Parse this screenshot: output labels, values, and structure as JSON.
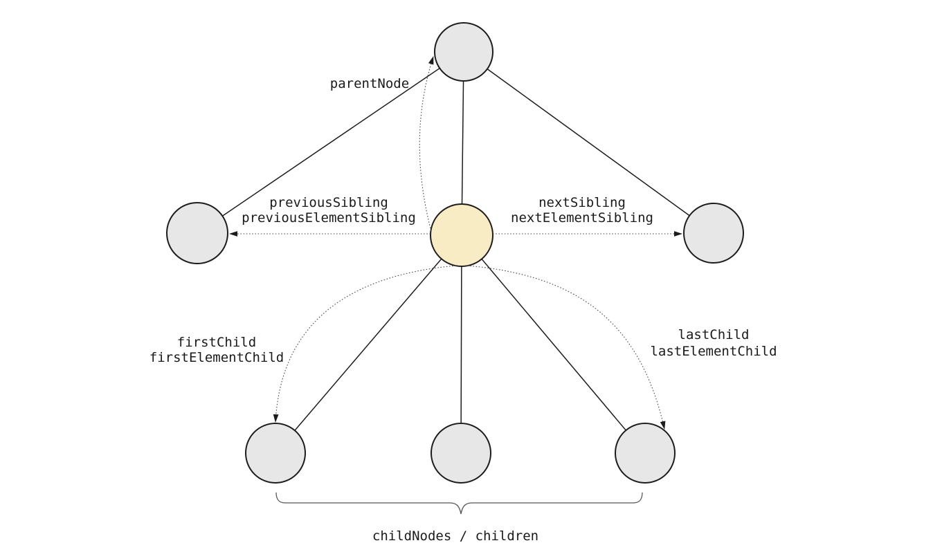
{
  "diagram": {
    "kind": "dom-tree-navigation-diagram",
    "colors": {
      "background": "#ffffff",
      "node_fill": "#e7e7e7",
      "node_stroke": "#1c1c1c",
      "current_node_fill": "#f8ecc4",
      "edge": "#1c1c1c",
      "dotted_arrow": "#4a4a4a",
      "bracket": "#555555",
      "text": "#1a1a1a"
    },
    "relations": {
      "parent": {
        "label": "parentNode"
      },
      "previous_sibling": {
        "line1": "previousSibling",
        "line2": "previousElementSibling"
      },
      "next_sibling": {
        "line1": "nextSibling",
        "line2": "nextElementSibling"
      },
      "first_child": {
        "line1": "firstChild",
        "line2": "firstElementChild"
      },
      "last_child": {
        "line1": "lastChild",
        "line2": "lastElementChild"
      },
      "children": {
        "label": "childNodes / children"
      }
    },
    "nodes": {
      "total_count": 7,
      "parent_count": 1,
      "sibling_count": 2,
      "child_count": 3,
      "current_count": 1
    }
  }
}
